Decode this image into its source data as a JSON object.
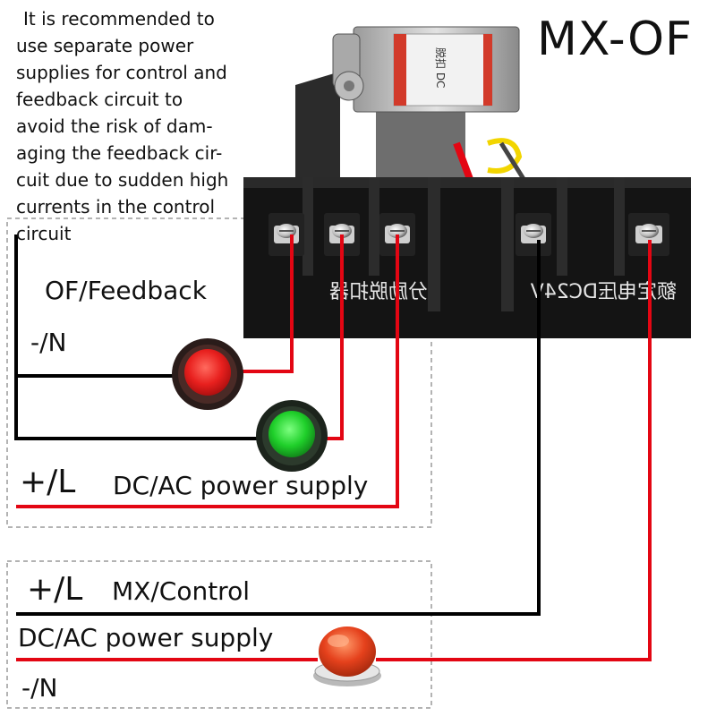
{
  "note_lines": [
    "It is recommended to",
    "use separate power",
    "supplies for control and",
    "feedback circuit to",
    "avoid the risk of dam-",
    "aging the feedback cir-",
    "cuit due to sudden high",
    "currents in the control",
    "circuit"
  ],
  "model": "MX-OF",
  "feedback": {
    "title": "OF/Feedback",
    "neutral": "-/N",
    "live": "+/L",
    "supply": "DC/AC power supply"
  },
  "control": {
    "live": "+/L",
    "title": "MX/Control",
    "supply": "DC/AC power supply",
    "neutral": "-/N"
  },
  "device": {
    "label_left": "分励脱扣器",
    "label_right": "额定电压DC24V",
    "coil_text": "脱扣 DC"
  },
  "colors": {
    "wire_live": "#e30613",
    "wire_neutral": "#000000",
    "lamp_red": "#e8201e",
    "lamp_green": "#1fcf2a",
    "button_orange": "#e5411c",
    "dash": "#9a9a9a"
  }
}
